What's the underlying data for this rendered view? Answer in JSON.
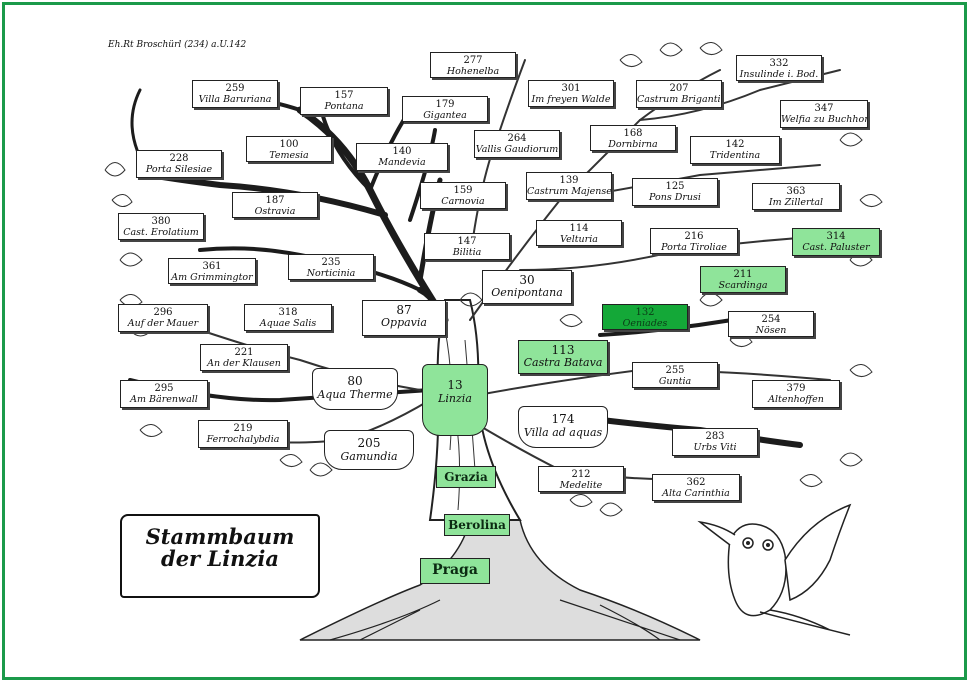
{
  "corner_text": "Eh.Rt Broschürl (234) a.U.142",
  "scroll_text": [
    "Stammbaum",
    "der Linzia"
  ],
  "colors": {
    "frame": "#1b9a4a",
    "light_green": "#8fe49a",
    "dark_green": "#14a838"
  },
  "nodes": [
    {
      "n": "259",
      "t": "Villa Baruriana"
    },
    {
      "n": "157",
      "t": "Pontana"
    },
    {
      "n": "277",
      "t": "Hohenelba"
    },
    {
      "n": "301",
      "t": "Im freyen Walde"
    },
    {
      "n": "207",
      "t": "Castrum Brigantium"
    },
    {
      "n": "332",
      "t": "Insulinde i. Bod."
    },
    {
      "n": "347",
      "t": "Welfia zu Buchhorn"
    },
    {
      "n": "179",
      "t": "Gigantea"
    },
    {
      "n": "100",
      "t": "Temesia"
    },
    {
      "n": "140",
      "t": "Mandevia"
    },
    {
      "n": "264",
      "t": "Vallis Gaudiorum"
    },
    {
      "n": "168",
      "t": "Dornbirna"
    },
    {
      "n": "142",
      "t": "Tridentina"
    },
    {
      "n": "228",
      "t": "Porta Silesiae"
    },
    {
      "n": "187",
      "t": "Ostravia"
    },
    {
      "n": "159",
      "t": "Carnovia"
    },
    {
      "n": "139",
      "t": "Castrum Majense"
    },
    {
      "n": "125",
      "t": "Pons Drusi"
    },
    {
      "n": "363",
      "t": "Im Zillertal"
    },
    {
      "n": "380",
      "t": "Cast. Erolatium"
    },
    {
      "n": "114",
      "t": "Velturia"
    },
    {
      "n": "216",
      "t": "Porta Tiroliae"
    },
    {
      "n": "314",
      "t": "Cast. Paluster"
    },
    {
      "n": "147",
      "t": "Bilitia"
    },
    {
      "n": "361",
      "t": "Am Grimmingtor"
    },
    {
      "n": "235",
      "t": "Norticinia"
    },
    {
      "n": "30",
      "t": "Oenipontana"
    },
    {
      "n": "211",
      "t": "Scardinga"
    },
    {
      "n": "296",
      "t": "Auf der Mauer"
    },
    {
      "n": "318",
      "t": "Aquae Salis"
    },
    {
      "n": "87",
      "t": "Oppavia"
    },
    {
      "n": "132",
      "t": "Oeniades"
    },
    {
      "n": "254",
      "t": "Nösen"
    },
    {
      "n": "221",
      "t": "An der Klausen"
    },
    {
      "n": "113",
      "t": "Castra Batava"
    },
    {
      "n": "255",
      "t": "Guntia"
    },
    {
      "n": "80",
      "t": "Aqua Therme"
    },
    {
      "n": "13",
      "t": "Linzia"
    },
    {
      "n": "379",
      "t": "Altenhoffen"
    },
    {
      "n": "295",
      "t": "Am Bärenwall"
    },
    {
      "n": "174",
      "t": "Villa ad aquas"
    },
    {
      "n": "219",
      "t": "Ferrochalybdia"
    },
    {
      "n": "283",
      "t": "Urbs Viti"
    },
    {
      "n": "205",
      "t": "Gamundia"
    },
    {
      "n": "212",
      "t": "Medelite"
    },
    {
      "n": "362",
      "t": "Alta Carinthia"
    }
  ],
  "ribbons": [
    "Grazia",
    "Berolina",
    "Praga"
  ]
}
